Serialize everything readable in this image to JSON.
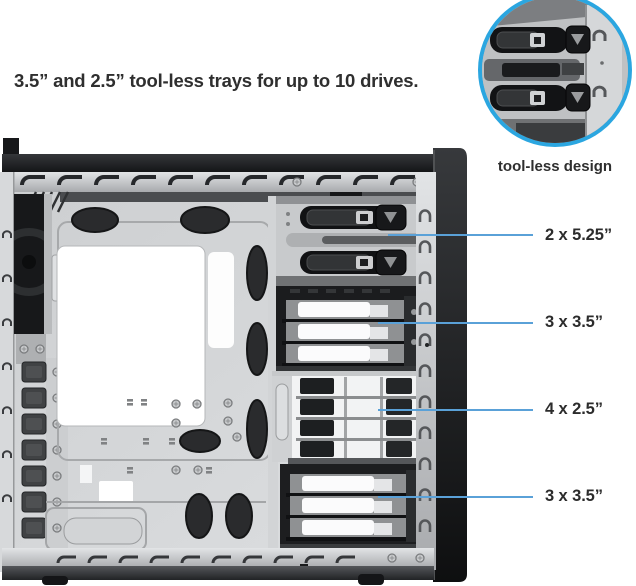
{
  "heading": "3.5” and 2.5” tool-less trays for up to 10 drives.",
  "inset": {
    "caption": "tool-less design"
  },
  "callouts": [
    {
      "label": "2 x 5.25”"
    },
    {
      "label": "3 x 3.5”"
    },
    {
      "label": "4 x 2.5”"
    },
    {
      "label": "3 x 3.5”"
    }
  ],
  "colors": {
    "accent_ring": "#2ba6e0",
    "callout_line": "#5aa1d8"
  }
}
